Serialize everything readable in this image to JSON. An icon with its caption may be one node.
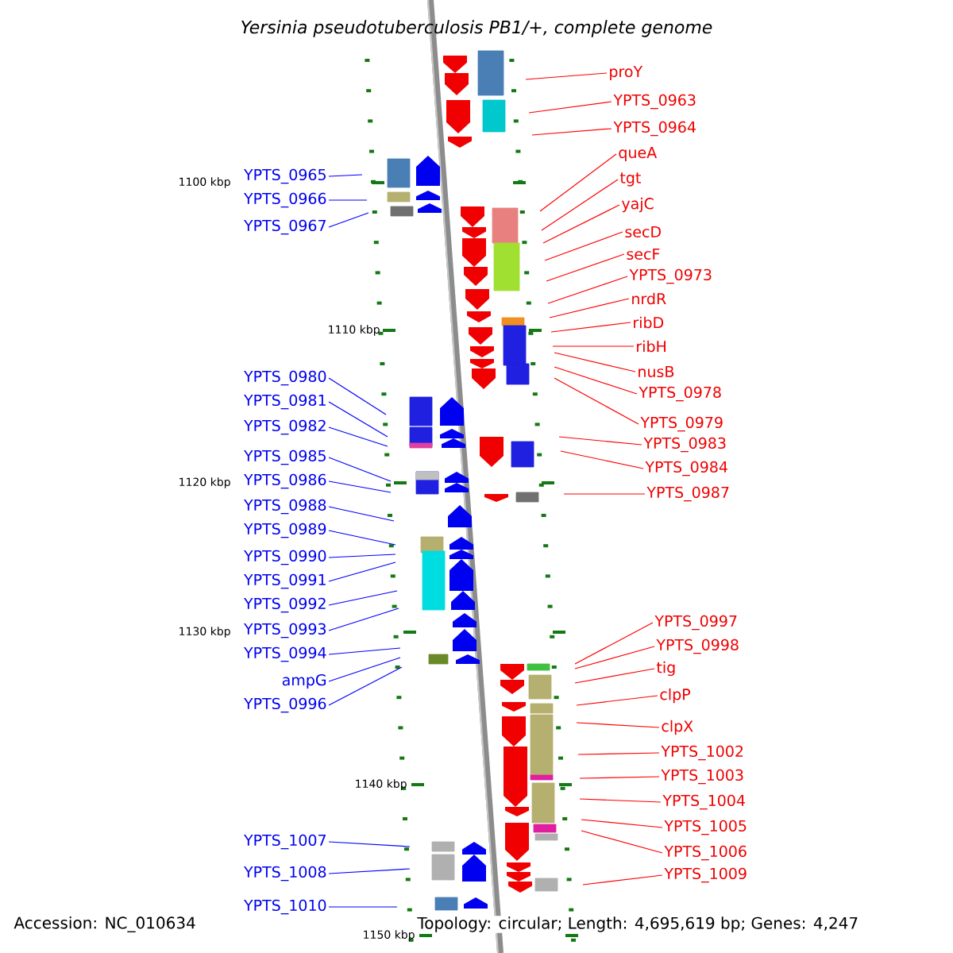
{
  "diagram": {
    "title": "*Yersinia pseudotuberculosis* PB1/+, complete genome",
    "nodes": [
      {
        "text": [
          "YPTS_0965"
        ]
      },
      {
        "text": [
          "YPTS_0966"
        ]
      },
      {
        "text": [
          "YPTS_0967"
        ]
      },
      {
        "text": [
          "YPTS_0980"
        ]
      },
      {
        "text": [
          "YPTS_0981"
        ]
      },
      {
        "text": [
          "YPTS_0982"
        ]
      },
      {
        "text": [
          "YPTS_0985"
        ]
      },
      {
        "text": [
          "YPTS_0986"
        ]
      },
      {
        "text": [
          "YPTS_0988"
        ]
      },
      {
        "text": [
          "YPTS_0989"
        ]
      },
      {
        "text": [
          "YPTS_0990"
        ]
      },
      {
        "text": [
          "YPTS_0991"
        ]
      },
      {
        "text": [
          "YPTS_0992"
        ]
      },
      {
        "text": [
          "YPTS_0993"
        ]
      },
      {
        "text": [
          "YPTS_0994"
        ]
      },
      {
        "text": [
          "ampG"
        ]
      },
      {
        "text": [
          "YPTS_0996"
        ]
      },
      {
        "text": [
          "YPTS_1007"
        ]
      },
      {
        "text": [
          "YPTS_1008"
        ]
      },
      {
        "text": [
          "YPTS_1010"
        ]
      },
      {
        "text": [
          "proY"
        ]
      },
      {
        "text": [
          "YPTS_0963"
        ]
      },
      {
        "text": [
          "YPTS_0964"
        ]
      },
      {
        "text": [
          "queA"
        ]
      },
      {
        "text": [
          "tgt"
        ]
      },
      {
        "text": [
          "yajC"
        ]
      },
      {
        "text": [
          "secD"
        ]
      },
      {
        "text": [
          "secF"
        ]
      },
      {
        "text": [
          "YPTS_0973"
        ]
      },
      {
        "text": [
          "nrdR"
        ]
      },
      {
        "text": [
          "ribD"
        ]
      },
      {
        "text": [
          "ribH"
        ]
      },
      {
        "text": [
          "nusB"
        ]
      },
      {
        "text": [
          "YPTS_0978"
        ]
      },
      {
        "text": [
          "YPTS_0979"
        ]
      },
      {
        "text": [
          "YPTS_0983"
        ]
      },
      {
        "text": [
          "YPTS_0984"
        ]
      },
      {
        "text": [
          "YPTS_0987"
        ]
      },
      {
        "text": [
          "YPTS_0997"
        ]
      },
      {
        "text": [
          "YPTS_0998"
        ]
      },
      {
        "text": [
          "tig"
        ]
      },
      {
        "text": [
          "clpP"
        ]
      },
      {
        "text": [
          "clpX"
        ]
      },
      {
        "text": [
          "YPTS_1002"
        ]
      },
      {
        "text": [
          "YPTS_1003"
        ]
      },
      {
        "text": [
          "YPTS_1004"
        ]
      },
      {
        "text": [
          "YPTS_1005"
        ]
      },
      {
        "text": [
          "YPTS_1006"
        ]
      },
      {
        "text": [
          "YPTS_1009"
        ]
      }
    ],
    "edges": [
      {
        "from": 0,
        "to": null,
        "arrow": "none",
        "color": "#0000ff"
      },
      {
        "from": 1,
        "to": null,
        "arrow": "none",
        "color": "#0000ff"
      },
      {
        "from": 2,
        "to": null,
        "arrow": "none",
        "color": "#0000ff"
      },
      {
        "from": 3,
        "to": null,
        "arrow": "none",
        "color": "#0000ff"
      },
      {
        "from": 4,
        "to": null,
        "arrow": "none",
        "color": "#0000ff"
      },
      {
        "from": 5,
        "to": null,
        "arrow": "none",
        "color": "#0000ff"
      },
      {
        "from": 6,
        "to": null,
        "arrow": "none",
        "color": "#0000ff"
      },
      {
        "from": 7,
        "to": null,
        "arrow": "none",
        "color": "#0000ff"
      },
      {
        "from": 8,
        "to": null,
        "arrow": "none",
        "color": "#0000ff"
      },
      {
        "from": 9,
        "to": null,
        "arrow": "none",
        "color": "#0000ff"
      },
      {
        "from": 10,
        "to": null,
        "arrow": "none",
        "color": "#0000ff"
      },
      {
        "from": 11,
        "to": null,
        "arrow": "none",
        "color": "#0000ff"
      },
      {
        "from": 12,
        "to": null,
        "arrow": "none",
        "color": "#0000ff"
      },
      {
        "from": 13,
        "to": null,
        "arrow": "none",
        "color": "#0000ff"
      },
      {
        "from": 14,
        "to": null,
        "arrow": "none",
        "color": "#0000ff"
      },
      {
        "from": 15,
        "to": null,
        "arrow": "none",
        "color": "#0000ff"
      },
      {
        "from": 16,
        "to": null,
        "arrow": "none",
        "color": "#0000ff"
      },
      {
        "from": 17,
        "to": null,
        "arrow": "none",
        "color": "#0000ff"
      },
      {
        "from": 18,
        "to": null,
        "arrow": "none",
        "color": "#0000ff"
      },
      {
        "from": 19,
        "to": null,
        "arrow": "none",
        "color": "#0000ff"
      },
      {
        "from": 20,
        "to": null,
        "arrow": "none"
      },
      {
        "from": 21,
        "to": null,
        "arrow": "none"
      },
      {
        "from": 22,
        "to": null,
        "arrow": "none"
      },
      {
        "from": 23,
        "to": null,
        "arrow": "none"
      },
      {
        "from": 24,
        "to": null,
        "arrow": "none"
      },
      {
        "from": 25,
        "to": null,
        "arrow": "none"
      },
      {
        "from": 26,
        "to": null,
        "arrow": "none"
      },
      {
        "from": 27,
        "to": null,
        "arrow": "none"
      },
      {
        "from": 28,
        "to": null,
        "arrow": "none"
      },
      {
        "from": 29,
        "to": null,
        "arrow": "none"
      },
      {
        "from": 30,
        "to": null,
        "arrow": "none"
      },
      {
        "from": 31,
        "to": null,
        "arrow": "none"
      },
      {
        "from": 32,
        "to": null,
        "arrow": "none"
      },
      {
        "from": 33,
        "to": null,
        "arrow": "none"
      },
      {
        "from": 34,
        "to": null,
        "arrow": "none"
      },
      {
        "from": 35,
        "to": null,
        "arrow": "none"
      },
      {
        "from": 36,
        "to": null,
        "arrow": "none"
      },
      {
        "from": 37,
        "to": null,
        "arrow": "none"
      },
      {
        "from": 38,
        "to": null,
        "arrow": "none"
      },
      {
        "from": 39,
        "to": null,
        "arrow": "none"
      },
      {
        "from": 40,
        "to": null,
        "arrow": "none"
      },
      {
        "from": 41,
        "to": null,
        "arrow": "none"
      },
      {
        "from": 42,
        "to": null,
        "arrow": "none"
      },
      {
        "from": 43,
        "to": null,
        "arrow": "none"
      },
      {
        "from": 44,
        "to": null,
        "arrow": "none"
      },
      {
        "from": 45,
        "to": null,
        "arrow": "none"
      },
      {
        "from": 46,
        "to": null,
        "arrow": "none"
      },
      {
        "from": 47,
        "to": null,
        "arrow": "none"
      },
      {
        "from": 48,
        "to": null,
        "arrow": "none"
      }
    ],
    "labels": [
      "1100 kbp",
      "1110 kbp",
      "1120 kbp",
      "1130 kbp",
      "1140 kbp",
      "Accession: NC_010634",
      "Topology: circular; Length: 4,695,619 bp; Genes: 4,247",
      "1150 kbp"
    ]
  }
}
